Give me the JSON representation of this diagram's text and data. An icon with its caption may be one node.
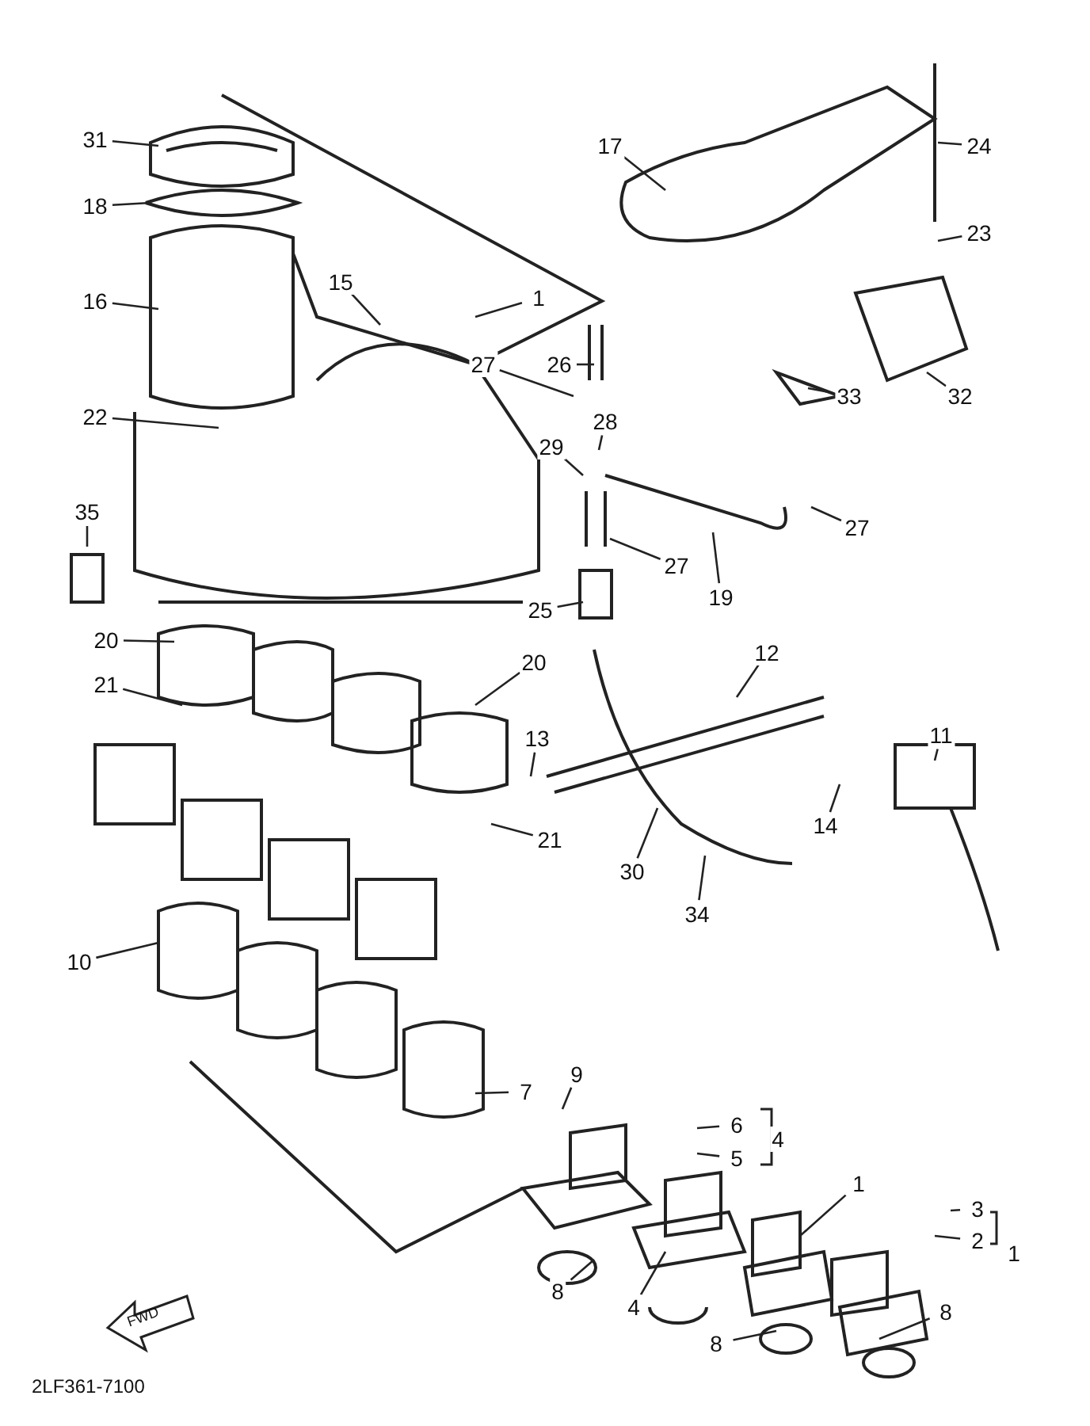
{
  "diagram": {
    "nodes": [
      {
        "text": [
          "31"
        ]
      },
      {
        "text": [
          "18"
        ]
      },
      {
        "text": [
          "16"
        ]
      },
      {
        "text": [
          "15"
        ]
      },
      {
        "text": [
          "1"
        ]
      },
      {
        "text": [
          "17"
        ]
      },
      {
        "text": [
          "24"
        ]
      },
      {
        "text": [
          "23"
        ]
      },
      {
        "text": [
          "27"
        ]
      },
      {
        "text": [
          "26"
        ]
      },
      {
        "text": [
          "28"
        ]
      },
      {
        "text": [
          "29"
        ]
      },
      {
        "text": [
          "27"
        ]
      },
      {
        "text": [
          "27"
        ]
      },
      {
        "text": [
          "19"
        ]
      },
      {
        "text": [
          "22"
        ]
      },
      {
        "text": [
          "35"
        ]
      },
      {
        "text": [
          "25"
        ]
      },
      {
        "text": [
          "32"
        ]
      },
      {
        "text": [
          "33"
        ]
      },
      {
        "text": [
          "20"
        ]
      },
      {
        "text": [
          "20"
        ]
      },
      {
        "text": [
          "21"
        ]
      },
      {
        "text": [
          "21"
        ]
      },
      {
        "text": [
          "12"
        ]
      },
      {
        "text": [
          "11"
        ]
      },
      {
        "text": [
          "13"
        ]
      },
      {
        "text": [
          "14"
        ]
      },
      {
        "text": [
          "30"
        ]
      },
      {
        "text": [
          "34"
        ]
      },
      {
        "text": [
          "10"
        ]
      },
      {
        "text": [
          "7"
        ]
      },
      {
        "text": [
          "9"
        ]
      },
      {
        "text": [
          "6"
        ]
      },
      {
        "text": [
          "4"
        ]
      },
      {
        "text": [
          "5"
        ]
      },
      {
        "text": [
          "8"
        ]
      },
      {
        "text": [
          "4"
        ]
      },
      {
        "text": [
          "1"
        ]
      },
      {
        "text": [
          "8"
        ]
      },
      {
        "text": [
          "3"
        ]
      },
      {
        "text": [
          "2"
        ]
      },
      {
        "text": [
          "1"
        ]
      },
      {
        "text": [
          "8"
        ]
      }
    ],
    "edges": [
      {
        "from": 0,
        "to": null,
        "arrow": "none"
      },
      {
        "from": 1,
        "to": null,
        "arrow": "none"
      },
      {
        "from": 2,
        "to": null,
        "arrow": "none"
      },
      {
        "from": 3,
        "to": null,
        "arrow": "none"
      },
      {
        "from": 4,
        "to": null,
        "arrow": "none"
      },
      {
        "from": 5,
        "to": null,
        "arrow": "none"
      },
      {
        "from": 6,
        "to": null,
        "arrow": "none"
      },
      {
        "from": 7,
        "to": null,
        "arrow": "none"
      },
      {
        "from": 8,
        "to": null,
        "arrow": "none"
      },
      {
        "from": 9,
        "to": null,
        "arrow": "none"
      },
      {
        "from": 10,
        "to": null,
        "arrow": "none"
      },
      {
        "from": 11,
        "to": null,
        "arrow": "none"
      },
      {
        "from": 12,
        "to": null,
        "arrow": "none"
      },
      {
        "from": 13,
        "to": null,
        "arrow": "none"
      },
      {
        "from": 14,
        "to": null,
        "arrow": "none"
      },
      {
        "from": 15,
        "to": null,
        "arrow": "none"
      },
      {
        "from": 16,
        "to": null,
        "arrow": "none"
      },
      {
        "from": 17,
        "to": null,
        "arrow": "none"
      },
      {
        "from": 18,
        "to": null,
        "arrow": "none"
      },
      {
        "from": 19,
        "to": null,
        "arrow": "none"
      },
      {
        "from": 20,
        "to": null,
        "arrow": "none"
      },
      {
        "from": 21,
        "to": null,
        "arrow": "none"
      },
      {
        "from": 22,
        "to": null,
        "arrow": "none"
      },
      {
        "from": 23,
        "to": null,
        "arrow": "none"
      },
      {
        "from": 24,
        "to": null,
        "arrow": "none"
      },
      {
        "from": 25,
        "to": null,
        "arrow": "none"
      },
      {
        "from": 26,
        "to": null,
        "arrow": "none"
      },
      {
        "from": 27,
        "to": null,
        "arrow": "none"
      },
      {
        "from": 28,
        "to": null,
        "arrow": "none"
      },
      {
        "from": 29,
        "to": null,
        "arrow": "none"
      },
      {
        "from": 30,
        "to": null,
        "arrow": "none"
      },
      {
        "from": 31,
        "to": null,
        "arrow": "none"
      },
      {
        "from": 32,
        "to": null,
        "arrow": "none"
      },
      {
        "from": 33,
        "to": null,
        "arrow": "none"
      },
      {
        "from": 35,
        "to": null,
        "arrow": "none"
      },
      {
        "from": 36,
        "to": null,
        "arrow": "none"
      },
      {
        "from": 37,
        "to": null,
        "arrow": "none"
      },
      {
        "from": 38,
        "to": null,
        "arrow": "none"
      },
      {
        "from": 39,
        "to": null,
        "arrow": "none"
      },
      {
        "from": 40,
        "to": null,
        "arrow": "none"
      },
      {
        "from": 41,
        "to": null,
        "arrow": "none"
      },
      {
        "from": 43,
        "to": null,
        "arrow": "none"
      }
    ],
    "labels": [
      "FWD",
      "2LF361-7100"
    ]
  }
}
